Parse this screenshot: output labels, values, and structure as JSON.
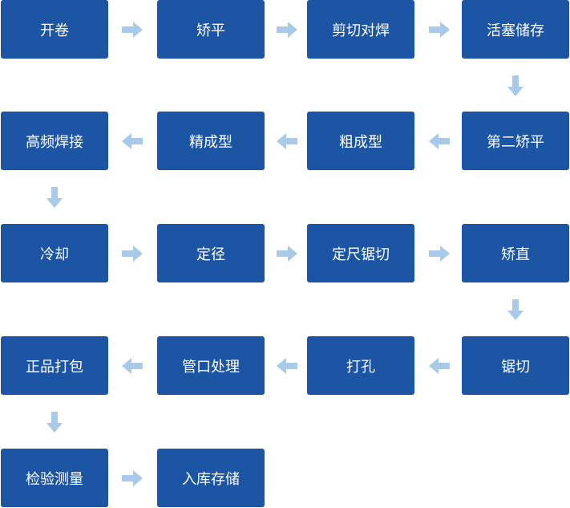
{
  "colors": {
    "box": "#1d55a5",
    "box_text": "#ffffff",
    "arrow": "#a9c9e8"
  },
  "steps": [
    "开卷",
    "矫平",
    "剪切对焊",
    "活塞储存",
    "高频焊接",
    "精成型",
    "粗成型",
    "第二矫平",
    "冷却",
    "定径",
    "定尺锯切",
    "矫直",
    "正品打包",
    "管口处理",
    "打孔",
    "锯切",
    "检验测量",
    "入库存储"
  ]
}
